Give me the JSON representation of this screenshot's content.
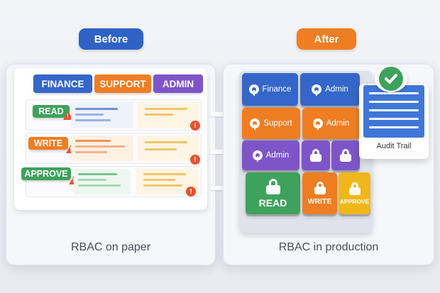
{
  "before": {
    "header": "Before",
    "roles": [
      "FINANCE",
      "SUPPORT",
      "ADMIN"
    ],
    "permissions": [
      "READ",
      "WRITE",
      "APPROVE"
    ],
    "caption": "RBAC on paper"
  },
  "after": {
    "header": "After",
    "tiles": [
      "Finance",
      "Admin",
      "Support",
      "Admin",
      "Admin"
    ],
    "actions": [
      "READ",
      "WRITE",
      "APPROVE"
    ],
    "audit_label": "Audit Trail",
    "caption": "RBAC in production"
  },
  "colors": {
    "blue": "#3566c9",
    "orange": "#ef7d22",
    "purple": "#7e55c8",
    "green": "#3fa25c",
    "yellow": "#f1b71a",
    "alert": "#e8522f"
  },
  "icons": [
    "key-icon",
    "lock-icon",
    "warning-icon",
    "checkmark-icon",
    "arrow-right-icon"
  ]
}
